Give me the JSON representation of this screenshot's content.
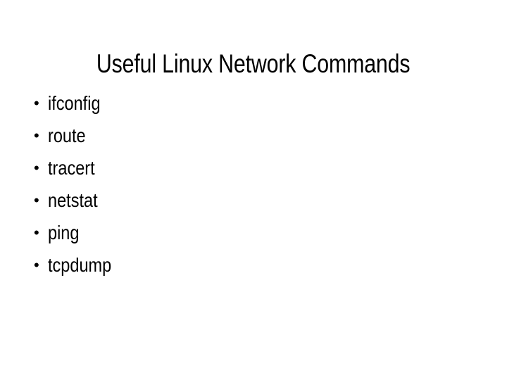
{
  "slide": {
    "title": "Useful Linux Network Commands",
    "background_color": "#ffffff",
    "text_color": "#000000",
    "bullet_glyph": "•",
    "bullets": [
      {
        "label": "ifconfig"
      },
      {
        "label": "route"
      },
      {
        "label": "tracert"
      },
      {
        "label": "netstat"
      },
      {
        "label": "ping"
      },
      {
        "label": "tcpdump"
      }
    ]
  }
}
